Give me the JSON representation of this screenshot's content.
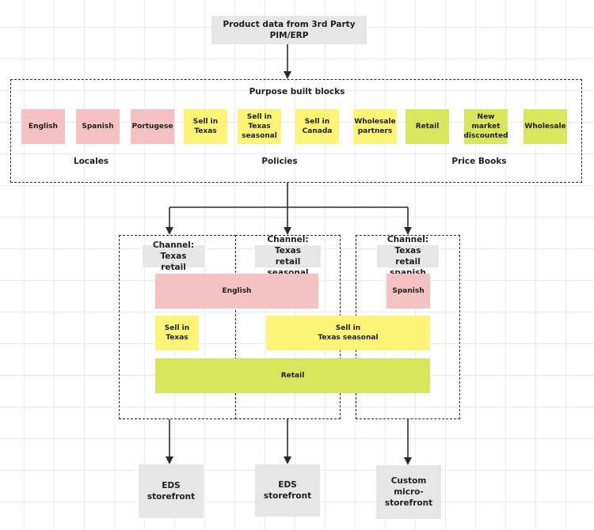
{
  "source": {
    "label": "Product data from 3rd Party PIM/ERP"
  },
  "blocks": {
    "title": "Purpose built blocks",
    "items": [
      {
        "label": "English",
        "color": "#f4c2c2"
      },
      {
        "label": "Spanish",
        "color": "#f4c2c2"
      },
      {
        "label": "Portugese",
        "color": "#f4c2c2"
      },
      {
        "label": "Sell in\nTexas",
        "color": "#fbf476"
      },
      {
        "label": "Sell in\nTexas\nseasonal",
        "color": "#fbf476"
      },
      {
        "label": "Sell in\nCanada",
        "color": "#fbf476"
      },
      {
        "label": "Wholesale\npartners",
        "color": "#fbf476"
      },
      {
        "label": "Retail",
        "color": "#d7e65c"
      },
      {
        "label": "New\nmarket\ndiscounted",
        "color": "#d7e65c"
      },
      {
        "label": "Wholesale",
        "color": "#d7e65c"
      }
    ],
    "groups": [
      "Locales",
      "Policies",
      "Price Books"
    ]
  },
  "channels": [
    {
      "title": "Channel: Texas\nretail"
    },
    {
      "title": "Channel: Texas\nretail seasonal"
    },
    {
      "title": "Channel: Texas\nretail spanish"
    }
  ],
  "channel_blocks": {
    "english": "English",
    "spanish": "Spanish",
    "sell_in_texas": "Sell in\nTexas",
    "sell_in_texas_seasonal": "Sell in\nTexas seasonal",
    "retail": "Retail"
  },
  "storefronts": [
    {
      "label": "EDS\nstorefront"
    },
    {
      "label": "EDS\nstorefront"
    },
    {
      "label": "Custom\nmicro-\nstorefront"
    }
  ],
  "colors": {
    "locale": "#f4c2c2",
    "policy": "#fbf476",
    "price_book": "#d7e65c",
    "neutral": "#e6e6e6",
    "line": "#2b2b2b"
  }
}
